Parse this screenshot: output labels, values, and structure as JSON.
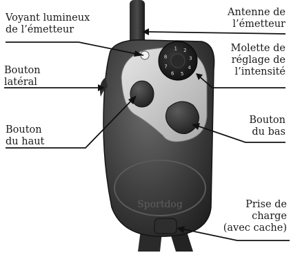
{
  "labels": {
    "led": [
      "Voyant lumineux",
      "de l’émetteur"
    ],
    "antenna": [
      "Antenne de",
      "l’émetteur"
    ],
    "dial": [
      "Molette de",
      "réglage de",
      "l’intensité"
    ],
    "side_button": [
      "Bouton",
      "latéral"
    ],
    "top_button": [
      "Bouton",
      "du haut"
    ],
    "bottom_button": [
      "Bouton",
      "du bas"
    ],
    "charge_port": [
      "Prise de",
      "charge",
      "(avec cache)"
    ]
  },
  "device": {
    "dial_numbers": [
      "1",
      "2",
      "3",
      "4",
      "5",
      "6",
      "7",
      "8"
    ],
    "logo_text": "Sportdog"
  },
  "colors": {
    "body": "#3b3b3b",
    "faceplate": "#bdbdbd",
    "button": "#333333",
    "dial": "#1c1c1c",
    "leader": "#111111"
  }
}
